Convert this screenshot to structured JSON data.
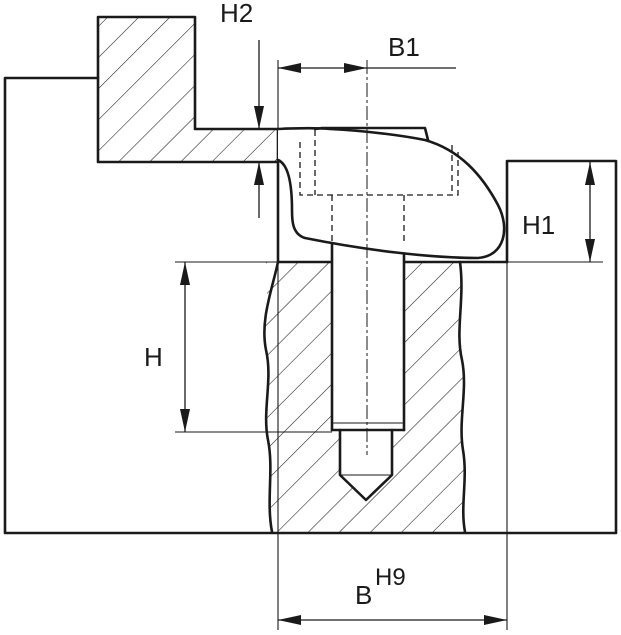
{
  "labels": {
    "h2": "H2",
    "b1": "B1",
    "h1": "H1",
    "h": "H",
    "b": "B",
    "b_tolerance": "H9"
  }
}
